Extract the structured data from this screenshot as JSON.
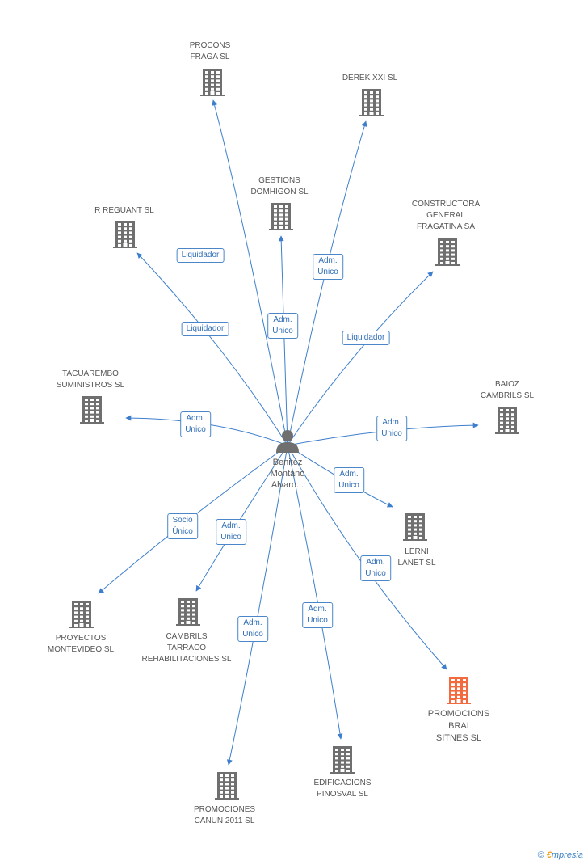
{
  "center": {
    "label": "Benitez\nMontano\nAlvaro..."
  },
  "companies": [
    {
      "id": "procons",
      "label": "PROCONS\nFRAGA SL"
    },
    {
      "id": "derek",
      "label": "DEREK XXI  SL"
    },
    {
      "id": "gestions",
      "label": "GESTIONS\nDOMHIGON SL"
    },
    {
      "id": "rreguant",
      "label": "R REGUANT SL"
    },
    {
      "id": "constructora",
      "label": "CONSTRUCTORA\nGENERAL\nFRAGATINA SA"
    },
    {
      "id": "tacuarembo",
      "label": "TACUAREMBO\nSUMINISTROS SL"
    },
    {
      "id": "baioz",
      "label": "BAIOZ\nCAMBRILS SL"
    },
    {
      "id": "lerni",
      "label": "LERNI\nLANET SL"
    },
    {
      "id": "proyectos",
      "label": "PROYECTOS\nMONTEVIDEO SL"
    },
    {
      "id": "cambrils",
      "label": "CAMBRILS\nTARRACO\nREHABILITACIONES SL"
    },
    {
      "id": "brai",
      "label": "PROMOCIONS\nBRAI\nSITNES SL"
    },
    {
      "id": "edificacions",
      "label": "EDIFICACIONS\nPINOSVAL SL"
    },
    {
      "id": "canun",
      "label": "PROMOCIONES\nCANUN 2011  SL"
    }
  ],
  "relations": [
    {
      "to": "procons",
      "label": "Liquidador"
    },
    {
      "to": "derek",
      "label": "Adm.\nUnico"
    },
    {
      "to": "gestions",
      "label": "Adm.\nUnico"
    },
    {
      "to": "rreguant",
      "label": "Liquidador"
    },
    {
      "to": "constructora",
      "label": "Liquidador"
    },
    {
      "to": "tacuarembo",
      "label": "Adm.\nUnico"
    },
    {
      "to": "baioz",
      "label": "Adm.\nUnico"
    },
    {
      "to": "lerni",
      "label": "Adm.\nUnico"
    },
    {
      "to": "proyectos",
      "label": "Socio\nÚnico"
    },
    {
      "to": "cambrils",
      "label": "Adm.\nUnico"
    },
    {
      "to": "brai",
      "label": "Adm.\nUnico"
    },
    {
      "to": "edificacions",
      "label": "Adm.\nUnico"
    },
    {
      "to": "canun",
      "label": "Adm.\nUnico"
    }
  ],
  "colors": {
    "edge": "#3d7fcc",
    "building": "#6f6f6f",
    "building_highlight": "#f26a3d",
    "person": "#6f6f6f"
  },
  "footer": {
    "copyright": "©",
    "brand_initial": "€",
    "brand_rest": "mpresia"
  }
}
